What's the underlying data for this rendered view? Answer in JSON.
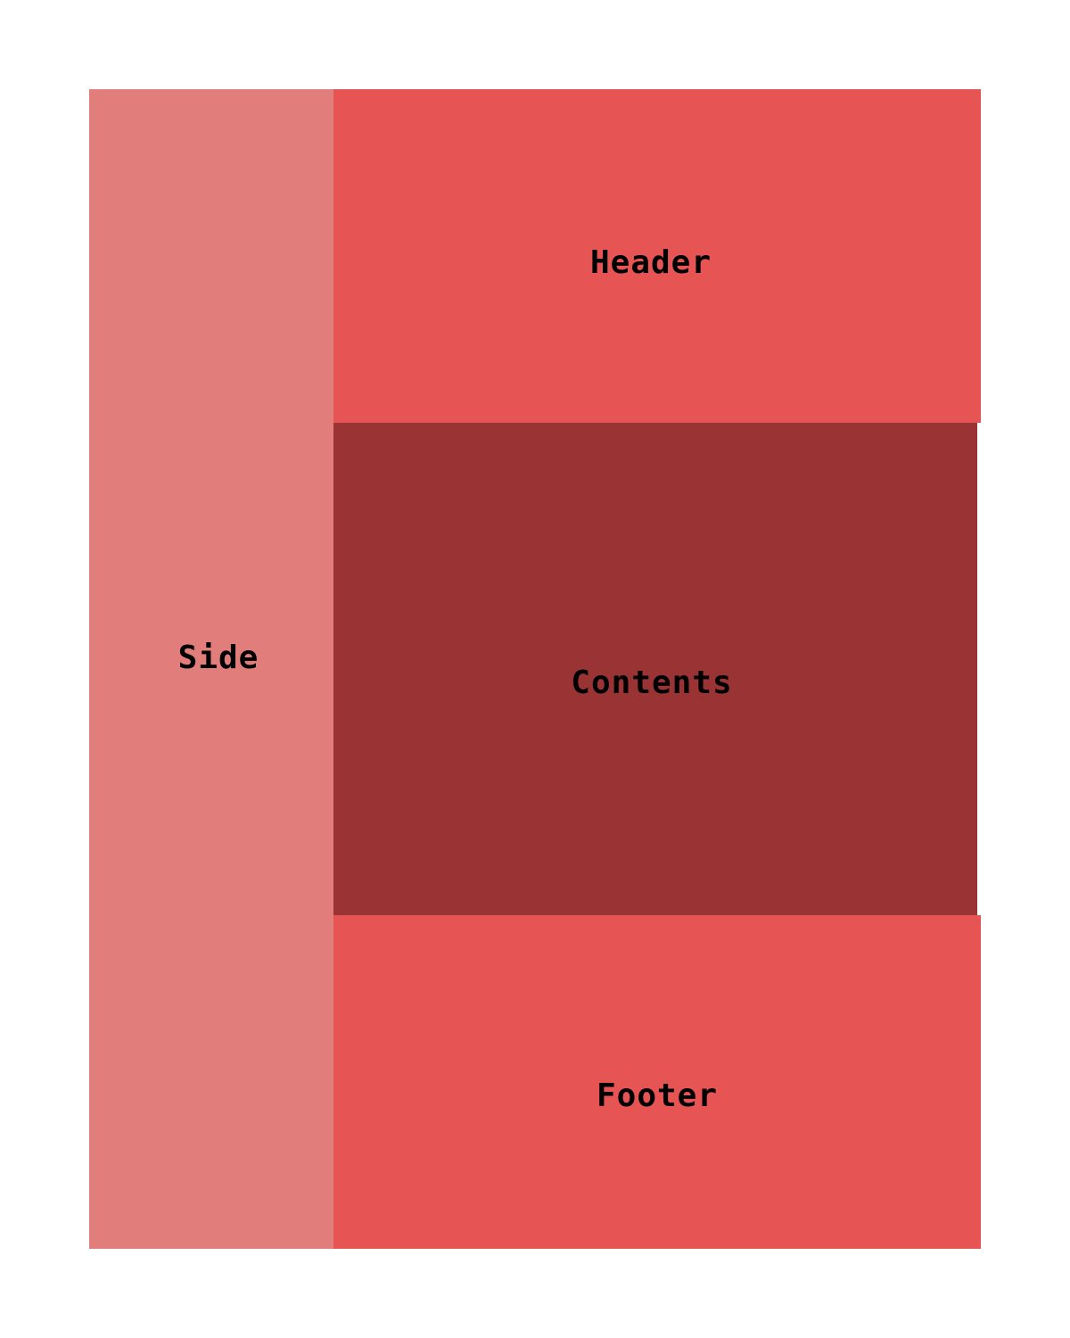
{
  "regions": {
    "side": {
      "label": "Side",
      "color": "#e17e7c"
    },
    "header": {
      "label": "Header",
      "color": "#e65454"
    },
    "contents": {
      "label": "Contents",
      "color": "#9a3334"
    },
    "footer": {
      "label": "Footer",
      "color": "#e65454"
    }
  }
}
